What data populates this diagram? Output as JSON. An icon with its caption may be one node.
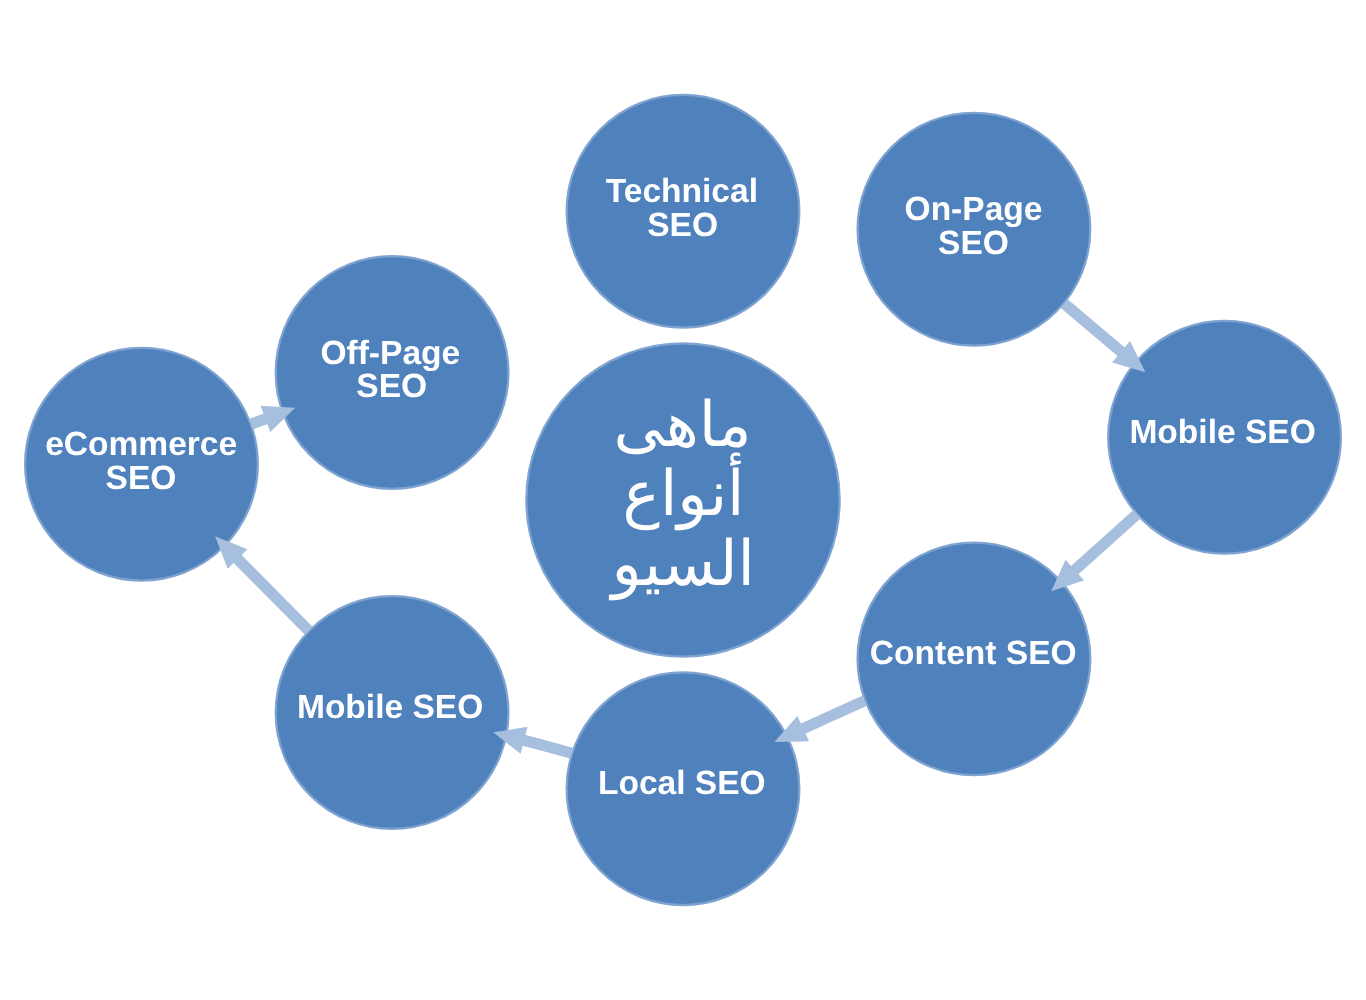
{
  "diagram": {
    "nodes": [
      {
        "text": [
          "ماهى أنواع السيو"
        ]
      },
      {
        "text": [
          "Technical SEO"
        ]
      },
      {
        "text": [
          "On-Page SEO"
        ]
      },
      {
        "text": [
          "Mobile SEO"
        ]
      },
      {
        "text": [
          "Content SEO"
        ]
      },
      {
        "text": [
          "Local SEO"
        ]
      },
      {
        "text": [
          "Mobile SEO"
        ]
      },
      {
        "text": [
          "eCommerce SEO"
        ]
      },
      {
        "text": [
          "Off-Page SEO"
        ]
      }
    ],
    "edges": [
      {
        "from": 2,
        "to": 3,
        "arrow": "to"
      },
      {
        "from": 3,
        "to": 4,
        "arrow": "to"
      },
      {
        "from": 4,
        "to": 5,
        "arrow": "to"
      },
      {
        "from": 5,
        "to": 6,
        "arrow": "to"
      },
      {
        "from": 6,
        "to": 7,
        "arrow": "to"
      },
      {
        "from": 7,
        "to": 8,
        "arrow": "to"
      }
    ]
  }
}
